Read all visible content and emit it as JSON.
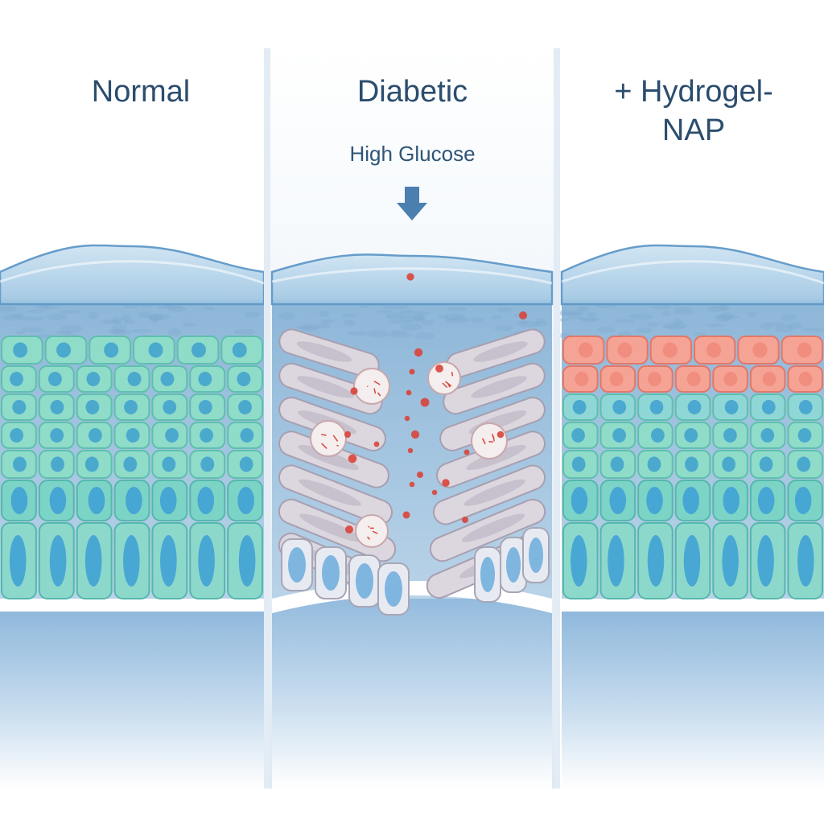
{
  "panels": [
    {
      "id": "normal",
      "title": "Normal",
      "state": "healthy epidermis"
    },
    {
      "id": "diabetic",
      "title": "Diabetic",
      "annotation": "High Glucose",
      "state": "disrupted wound"
    },
    {
      "id": "hydrogel",
      "title": "+ Hydrogel-\nNAP",
      "state": "restored epidermis"
    }
  ],
  "colors": {
    "title": "#2b4d6e",
    "arrow": "#4a7fb0",
    "healthy_cell": "#7fd6c4",
    "healthy_cell_deep": "#9fd2e0",
    "nucleus": "#3f9fd0",
    "diabetic_cell": "#d9d4dc",
    "inflamed_cell": "#f08a7a",
    "debris": "#d9443a",
    "fluid": "#a9cde6",
    "dermis": "#c5dcef"
  },
  "icons": {
    "glucose_arrow": "arrow-down-icon"
  }
}
